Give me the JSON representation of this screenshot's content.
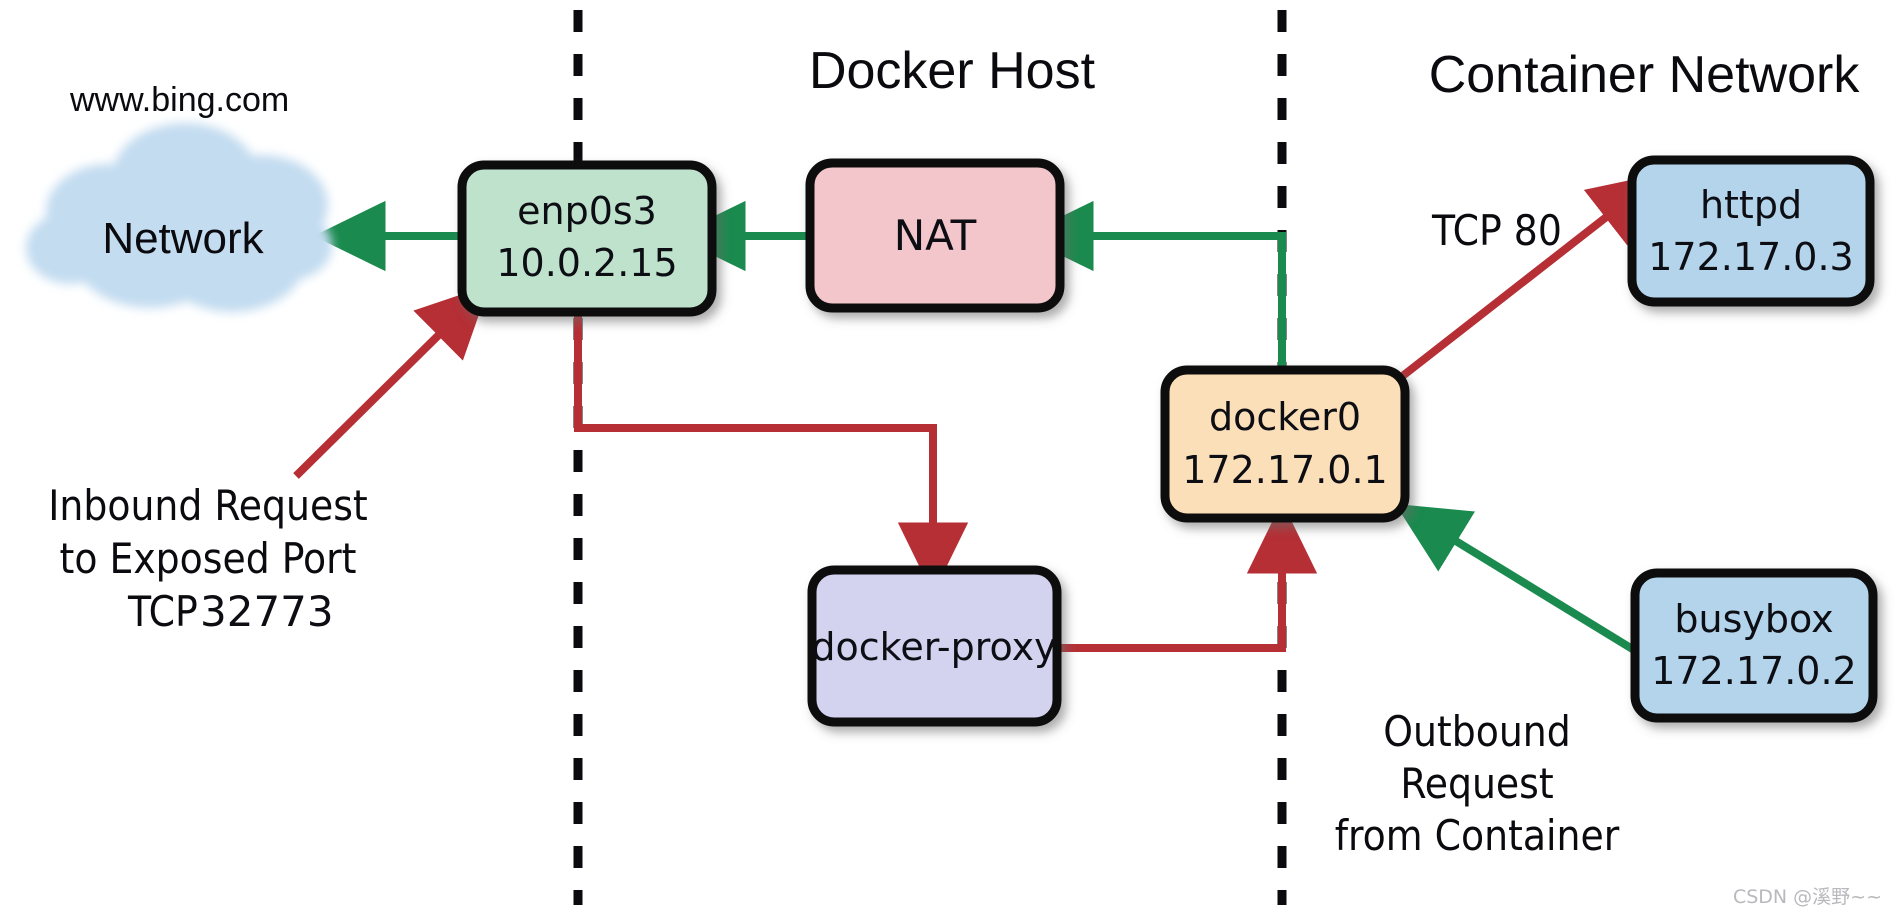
{
  "diagram": {
    "title_sections": [
      {
        "id": "docker-host",
        "label": "Docker Host"
      },
      {
        "id": "container-network",
        "label": "Container Network"
      }
    ],
    "cloud": {
      "label": "Network",
      "external_label": "www.bing.com",
      "fill": "#c3dcf0"
    },
    "nodes": [
      {
        "id": "enp0s3",
        "line1": "enp0s3",
        "line2": "10.0.2.15",
        "fill": "#bfe2cd"
      },
      {
        "id": "nat",
        "line1": "NAT",
        "line2": "",
        "fill": "#f2c6cb"
      },
      {
        "id": "docker0",
        "line1": "docker0",
        "line2": "172.17.0.1",
        "fill": "#fbdfb9"
      },
      {
        "id": "docker-proxy",
        "line1": "docker-proxy",
        "line2": "",
        "fill": "#d3d3ef"
      },
      {
        "id": "httpd",
        "line1": "httpd",
        "line2": "172.17.0.3",
        "fill": "#b3d4ea"
      },
      {
        "id": "busybox",
        "line1": "busybox",
        "line2": "172.17.0.2",
        "fill": "#b3d4ea"
      }
    ],
    "annotations": {
      "inbound": {
        "line1": "Inbound Request",
        "line2": "to Exposed Port",
        "line3_prefix": "TCP",
        "line3_port": "32773"
      },
      "tcp80": "TCP 80",
      "outbound": {
        "line1": "Outbound",
        "line2": "Request",
        "line3": "from Container"
      }
    },
    "colors": {
      "green_flow": "#1a8a4e",
      "red_flow": "#b52f35",
      "outline": "#0a0a0f",
      "divider": "#0a0a0f"
    },
    "watermark": "CSDN @溪野~~"
  }
}
